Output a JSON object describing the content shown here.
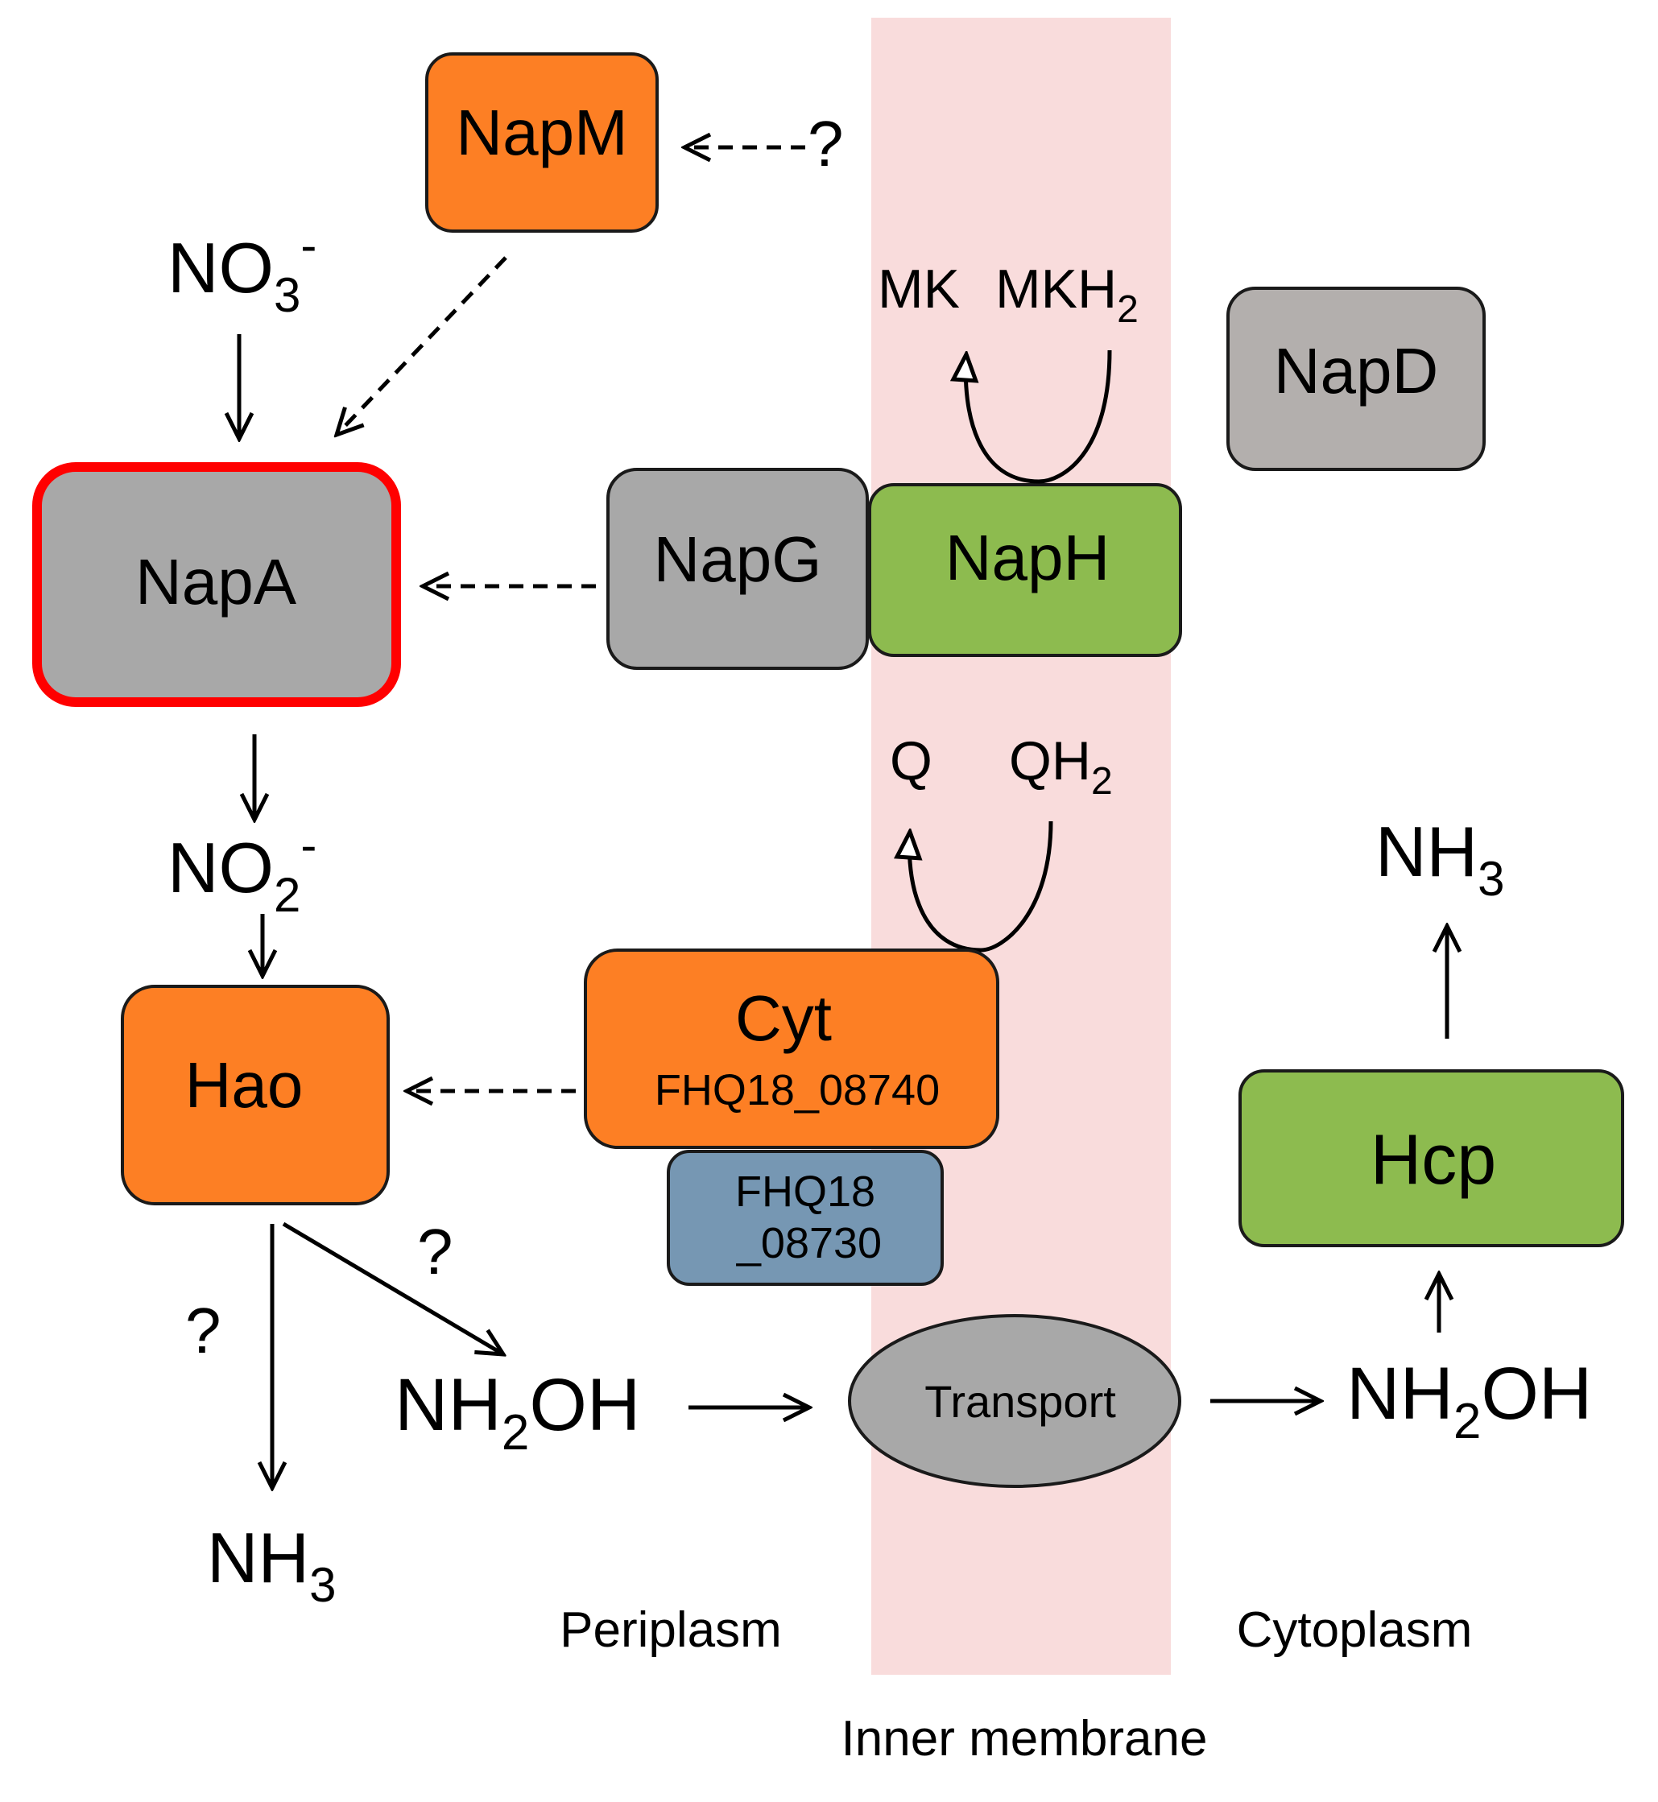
{
  "regions": {
    "membrane_label": "Inner membrane",
    "periplasm_label": "Periplasm",
    "cytoplasm_label": "Cytoplasm"
  },
  "proteins": {
    "napm": "NapM",
    "napa": "NapA",
    "napg": "NapG",
    "naph": "NapH",
    "napd": "NapD",
    "hao": "Hao",
    "cyt_title": "Cyt",
    "cyt_locus": "FHQ18_08740",
    "fhq_line1": "FHQ18",
    "fhq_line2": "_08730",
    "hcp": "Hcp",
    "transport": "Transport"
  },
  "metabolites": {
    "no3_main": "NO",
    "no3_sub": "3",
    "no3_sup": "-",
    "no2_main": "NO",
    "no2_sub": "2",
    "no2_sup": "-",
    "mk": "MK",
    "mkh2_main": "MKH",
    "mkh2_sub": "2",
    "q": "Q",
    "qh2_main": "QH",
    "qh2_sub": "2",
    "nh3_left_main": "NH",
    "nh3_left_sub": "3",
    "nh3_right_main": "NH",
    "nh3_right_sub": "3",
    "nh2oh_peri_a": "NH",
    "nh2oh_peri_sub": "2",
    "nh2oh_peri_b": "OH",
    "nh2oh_cyto_a": "NH",
    "nh2oh_cyto_sub": "2",
    "nh2oh_cyto_b": "OH"
  },
  "annotations": {
    "q_napm": "?",
    "q_hao_nh2oh": "?",
    "q_hao_nh3": "?"
  },
  "colors": {
    "membrane": "#f9dcdc",
    "orange": "#fd7f24",
    "gray": "#a8a8a8",
    "napd_gray": "#b3afad",
    "green": "#8dbb4f",
    "blue": "#7697b3",
    "highlight_border": "#ff0000"
  }
}
